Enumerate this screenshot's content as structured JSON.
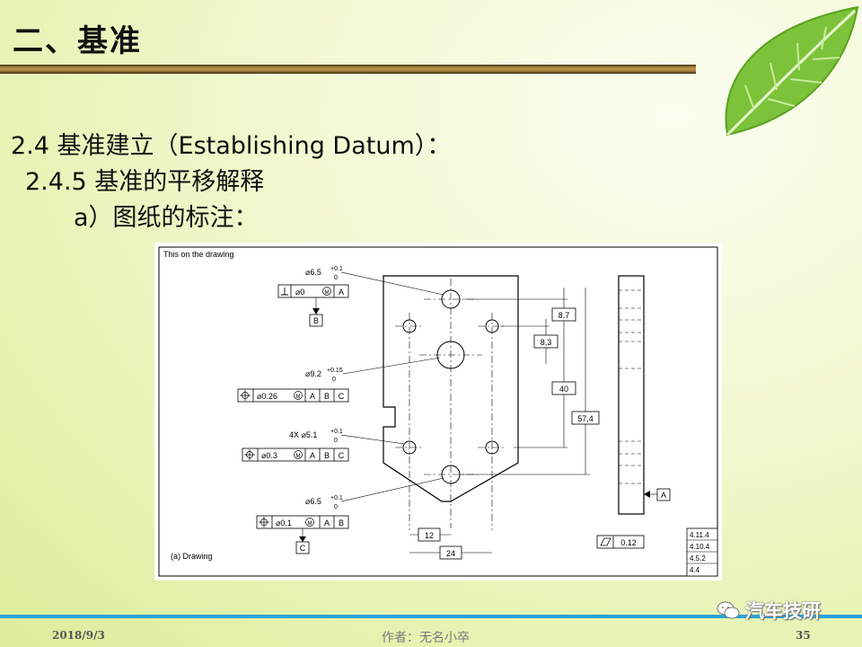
{
  "slide": {
    "title": "二、基准",
    "lines": [
      "2.4 基准建立（Establishing Datum）：",
      "2.4.5 基准的平移解释",
      "a）图纸的标注："
    ]
  },
  "drawing": {
    "header": "This on the drawing",
    "caption": "(a)  Drawing",
    "callouts": {
      "top_hole": "⌀6.5",
      "top_tol_upper": "+0.1",
      "top_tol_lower": "0",
      "mid_hole": "⌀9.2",
      "mid_tol_upper": "+0.15",
      "mid_tol_lower": "0",
      "four_holes": "4X ⌀5.1",
      "four_tol_upper": "+0.1",
      "four_tol_lower": "0",
      "bottom_hole": "⌀6.5",
      "bottom_tol_upper": "+0.1",
      "bottom_tol_lower": "0"
    },
    "frames": {
      "f1_value": "⌀0",
      "f1_mod": "M",
      "f1_ref": "A",
      "f2_value": "⌀0.26",
      "f2_mod": "M",
      "f2_refs": [
        "A",
        "B",
        "C"
      ],
      "f3_value": "⌀0.3",
      "f3_mod": "M",
      "f3_refs": [
        "A",
        "B",
        "C"
      ],
      "f4_value": "⌀0.1",
      "f4_mod": "M",
      "f4_refs": [
        "A",
        "B"
      ],
      "flatness_value": "0.12"
    },
    "datums": [
      "B",
      "C",
      "A"
    ],
    "dimensions": [
      "8.7",
      "8,3",
      "40",
      "57,4",
      "12",
      "24"
    ],
    "references": [
      "4.11.4",
      "4.10.4",
      "4.5.2",
      "4.4"
    ]
  },
  "footer": {
    "date": "2018/9/3",
    "author": "作者：无名小卒",
    "page": "35",
    "watermark": "汽车技研"
  },
  "colors": {
    "accent_line": "#2aa4d6",
    "title_bar": "#c69a4e"
  }
}
